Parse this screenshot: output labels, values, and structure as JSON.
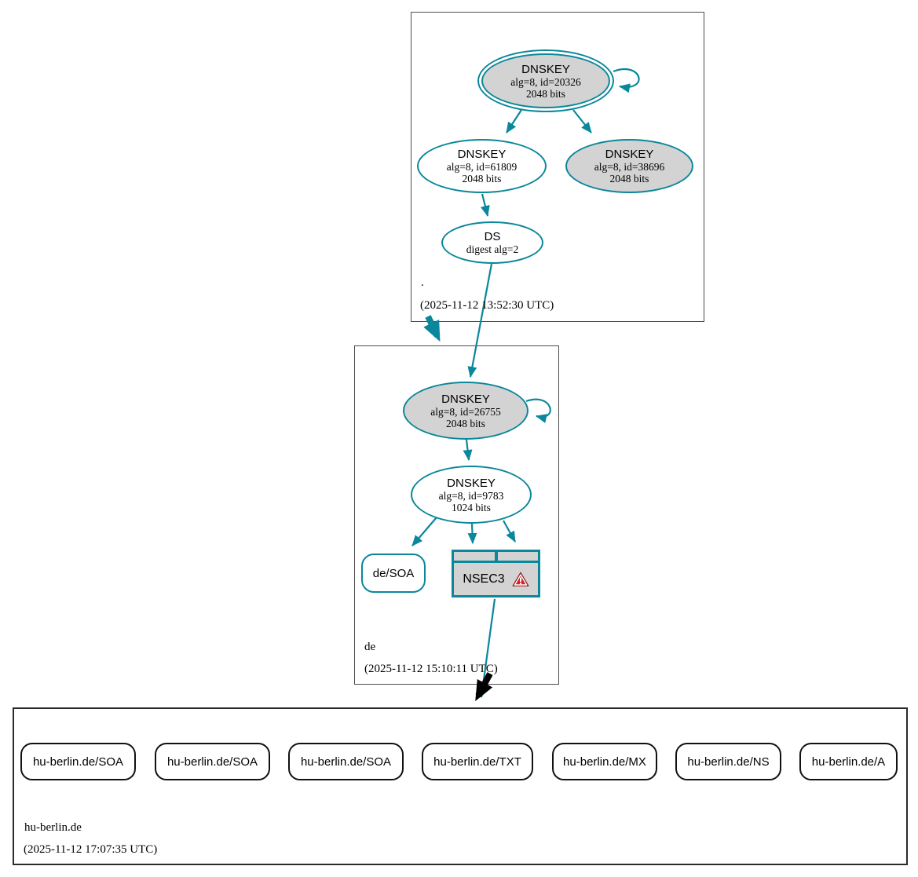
{
  "colors": {
    "teal": "#0a879a",
    "node_fill_gray": "#d3d3d3",
    "warning_red": "#cf2724",
    "box_border": "#4d4d4d"
  },
  "zones": [
    {
      "name": ".",
      "timestamp": "(2025-11-12 13:52:30 UTC)",
      "ksk": {
        "title": "DNSKEY",
        "detail1": "alg=8, id=20326",
        "detail2": "2048 bits"
      },
      "zsk": {
        "title": "DNSKEY",
        "detail1": "alg=8, id=61809",
        "detail2": "2048 bits"
      },
      "dnskey_38696": {
        "title": "DNSKEY",
        "detail1": "alg=8, id=38696",
        "detail2": "2048 bits"
      },
      "ds": {
        "title": "DS",
        "detail1": "digest alg=2"
      }
    },
    {
      "name": "de",
      "timestamp": "(2025-11-12 15:10:11 UTC)",
      "ksk": {
        "title": "DNSKEY",
        "detail1": "alg=8, id=26755",
        "detail2": "2048 bits"
      },
      "zsk": {
        "title": "DNSKEY",
        "detail1": "alg=8, id=9783",
        "detail2": "1024 bits"
      },
      "soa_label": "de/SOA",
      "nsec3_label": "NSEC3"
    },
    {
      "name": "hu-berlin.de",
      "timestamp": "(2025-11-12 17:07:35 UTC)",
      "rrsets": [
        "hu-berlin.de/SOA",
        "hu-berlin.de/SOA",
        "hu-berlin.de/SOA",
        "hu-berlin.de/TXT",
        "hu-berlin.de/MX",
        "hu-berlin.de/NS",
        "hu-berlin.de/A"
      ]
    }
  ]
}
